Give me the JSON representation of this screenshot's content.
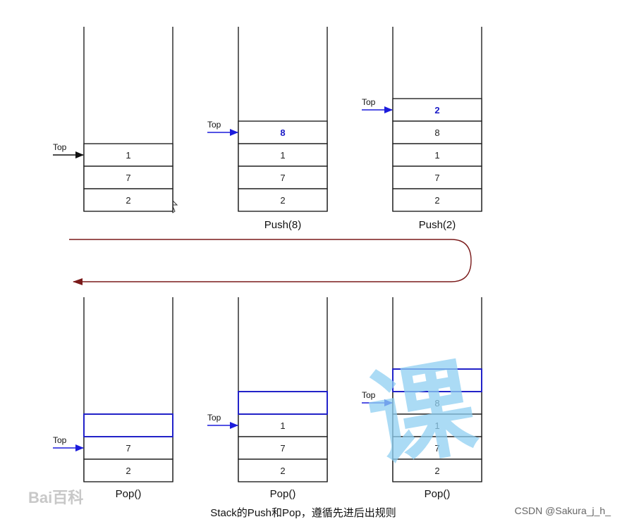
{
  "diagram": {
    "top_label": "Top",
    "caption": "Stack的Push和Pop，遵循先进后出规则",
    "credit": "CSDN @Sakura_j_h_",
    "watermark_text": "Bai百科",
    "watermark_large": "课",
    "colors": {
      "pointer_blue": "#1c1cdc",
      "pointer_black": "#111111",
      "flow_arrow": "#7a1a1a",
      "cell_border": "#222222",
      "empty_cell_border": "#2222c8",
      "watermark_blue": "#8fd0f2"
    },
    "top_row": [
      {
        "label": "",
        "items": [
          "1",
          "7",
          "2"
        ],
        "highlight_top": false,
        "pointer": "black"
      },
      {
        "label": "Push(8)",
        "items": [
          "8",
          "1",
          "7",
          "2"
        ],
        "highlight_top": true,
        "pointer": "blue"
      },
      {
        "label": "Push(2)",
        "items": [
          "2",
          "8",
          "1",
          "7",
          "2"
        ],
        "highlight_top": true,
        "pointer": "blue"
      }
    ],
    "bottom_row": [
      {
        "label": "Pop()",
        "items": [
          "7",
          "2"
        ],
        "empty_above": true,
        "pointer": "blue"
      },
      {
        "label": "Pop()",
        "items": [
          "1",
          "7",
          "2"
        ],
        "empty_above": true,
        "pointer": "blue"
      },
      {
        "label": "Pop()",
        "items": [
          "8",
          "1",
          "7",
          "2"
        ],
        "empty_above": true,
        "pointer": "blue"
      }
    ]
  }
}
